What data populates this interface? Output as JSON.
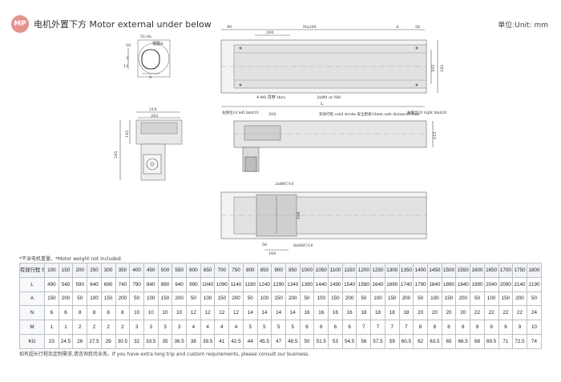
{
  "header": {
    "badge": "MP",
    "title": "电机外置下方 Motor external under below",
    "unit": "单位:Unit: mm"
  },
  "drawings": {
    "end_view": {
      "w16": "16",
      "n3": "3",
      "h11": "11",
      "w9": "9",
      "label": "视图A",
      "tag": "51cm"
    },
    "side_view": {
      "w219": "219",
      "w202": "202",
      "h245": "245",
      "h145": "145"
    },
    "top_view": {
      "d90": "90",
      "d200": "200",
      "nx200": "Nx200",
      "da": "A",
      "d50": "50",
      "d102": "102",
      "d182": "182",
      "hole_note": "4-Φ8 贯穿 thru",
      "slot_note": "2xΦ9 or M8"
    },
    "front_view": {
      "l": "L",
      "d200": "200",
      "d115": "115",
      "left_limit": "左限位10 left limit10",
      "safe_note": "有效行程 valid stroke  安全距离10mm safe distance10mm",
      "right_limit": "右限位20 right limit20"
    },
    "bottom_view": {
      "note_top": "2xΦ6▽10",
      "d198": "198",
      "d160": "160",
      "d50": "50",
      "note_bot": "8xM8▽16"
    }
  },
  "table": {
    "row_heads": [
      "有效行程 Stroke",
      "L",
      "A",
      "N",
      "M",
      "KG"
    ],
    "stroke": [
      "100",
      "150",
      "200",
      "250",
      "300",
      "350",
      "400",
      "450",
      "500",
      "550",
      "600",
      "650",
      "700",
      "750",
      "800",
      "850",
      "900",
      "950",
      "1000",
      "1050",
      "1100",
      "1150",
      "1200",
      "1250",
      "1300",
      "1350",
      "1400",
      "1450",
      "1500",
      "1550",
      "1600",
      "1650",
      "1700",
      "1750",
      "1800"
    ],
    "L": [
      "490",
      "540",
      "590",
      "640",
      "690",
      "740",
      "790",
      "840",
      "890",
      "940",
      "990",
      "1040",
      "1090",
      "1140",
      "1190",
      "1240",
      "1290",
      "1340",
      "1390",
      "1440",
      "1490",
      "1540",
      "1590",
      "1640",
      "1690",
      "1740",
      "1790",
      "1840",
      "1890",
      "1940",
      "1990",
      "2040",
      "2090",
      "2140",
      "2190"
    ],
    "A": [
      "150",
      "200",
      "50",
      "100",
      "150",
      "200",
      "50",
      "100",
      "150",
      "200",
      "50",
      "100",
      "150",
      "200",
      "50",
      "100",
      "150",
      "200",
      "50",
      "100",
      "150",
      "200",
      "50",
      "100",
      "150",
      "200",
      "50",
      "100",
      "150",
      "200",
      "50",
      "100",
      "150",
      "200",
      "50"
    ],
    "N": [
      "6",
      "6",
      "8",
      "8",
      "8",
      "8",
      "10",
      "10",
      "10",
      "10",
      "12",
      "12",
      "12",
      "12",
      "14",
      "14",
      "14",
      "14",
      "16",
      "16",
      "16",
      "16",
      "18",
      "18",
      "18",
      "18",
      "20",
      "20",
      "20",
      "20",
      "22",
      "22",
      "22",
      "22",
      "24"
    ],
    "M": [
      "1",
      "1",
      "2",
      "2",
      "2",
      "2",
      "3",
      "3",
      "3",
      "3",
      "4",
      "4",
      "4",
      "4",
      "5",
      "5",
      "5",
      "5",
      "6",
      "6",
      "6",
      "6",
      "7",
      "7",
      "7",
      "7",
      "8",
      "8",
      "8",
      "8",
      "9",
      "9",
      "9",
      "9",
      "10"
    ],
    "KG": [
      "23",
      "24.5",
      "26",
      "27.5",
      "29",
      "30.5",
      "32",
      "33.5",
      "35",
      "36.5",
      "38",
      "39.5",
      "41",
      "42.5",
      "44",
      "45.5",
      "47",
      "48.5",
      "50",
      "51.5",
      "53",
      "54.5",
      "56",
      "57.5",
      "59",
      "60.5",
      "62",
      "63.5",
      "65",
      "66.5",
      "68",
      "69.5",
      "71",
      "72.5",
      "74"
    ]
  },
  "notes": {
    "top": "*不含电机重量。*Motor weight not included.",
    "bottom": "如有超长行程及定制需求,请咨询我司业务。If you have extra long trip and custom requirements, please consult our business."
  }
}
